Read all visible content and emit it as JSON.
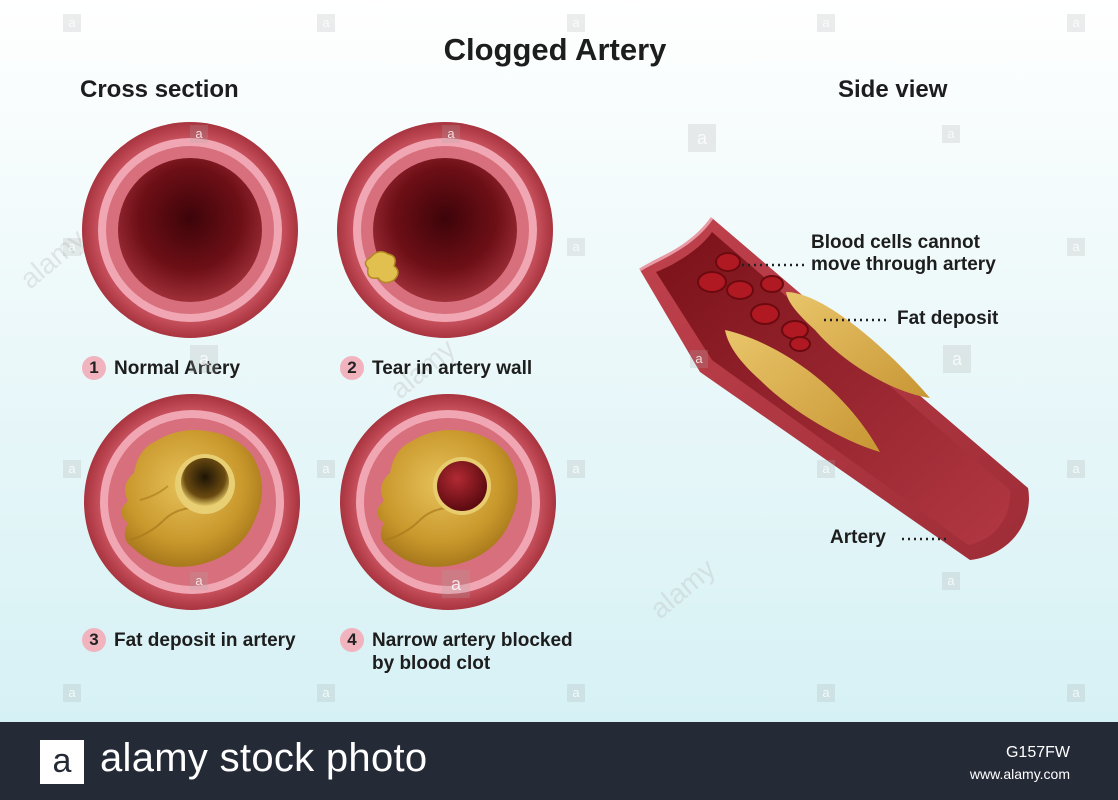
{
  "title": "Clogged Artery",
  "sections": {
    "cross_section": "Cross section",
    "side_view": "Side view"
  },
  "panels": [
    {
      "number": "1",
      "caption": "Normal Artery"
    },
    {
      "number": "2",
      "caption": "Tear in artery wall"
    },
    {
      "number": "3",
      "caption": "Fat deposit in artery"
    },
    {
      "number": "4",
      "caption_line1": "Narrow artery blocked",
      "caption_line2": "by blood clot"
    }
  ],
  "callouts": {
    "blood_cells_line1": "Blood cells cannot",
    "blood_cells_line2": "move through artery",
    "fat_deposit": "Fat deposit",
    "artery": "Artery"
  },
  "watermark": {
    "letter": "a",
    "diagonal_text": "alamy"
  },
  "footer": {
    "logo_letter": "a",
    "brand": "alamy stock photo",
    "image_id": "G157FW",
    "site": "www.alamy.com"
  },
  "colors": {
    "artery_outer": "#c4505c",
    "artery_pink": "#f0a7b3",
    "lumen_dark": "#6e0f16",
    "fat_yellow": "#d4a838",
    "footer_bg": "#252a37"
  }
}
